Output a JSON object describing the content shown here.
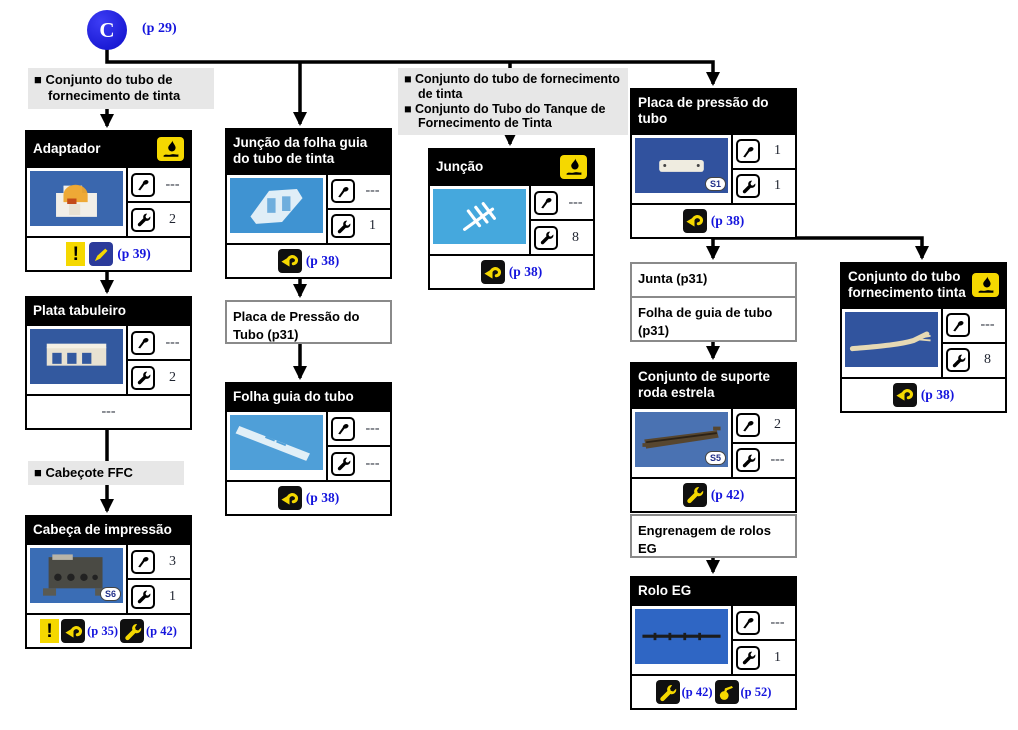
{
  "node_c": {
    "label": "C",
    "page_ref": "(p 29)"
  },
  "section_labels": {
    "ink_tube_left": "■ Conjunto do tubo de fornecimento de tinta",
    "head_ffc": "■ Cabeçote FFC",
    "mid_item_1": "■ Conjunto do tubo de fornecimento de tinta",
    "mid_item_2": "■ Conjunto do Tubo do Tanque de Fornecimento de Tinta"
  },
  "plain_boxes": {
    "placa_pressao_tubo": "Placa de Pressão do Tubo (p31)",
    "junta": "Junta (p31)",
    "folha_guia_tubo": "Folha de guia de tubo (p31)",
    "engrenagem_rolos": "Engrenagem de rolos EG"
  },
  "cards": {
    "adaptador": {
      "title": "Adaptador",
      "fastener_qty": "---",
      "wrench_qty": "2",
      "ref_adjust": "(p 39)"
    },
    "plata_tabuleiro": {
      "title": "Plata tabuleiro",
      "fastener_qty": "---",
      "wrench_qty": "2",
      "footer_text": "---"
    },
    "cabeca_impressao": {
      "title": "Cabeça de impressão",
      "badge": "S6",
      "fastener_qty": "3",
      "wrench_qty": "1",
      "ref_return": "(p 35)",
      "ref_wrench": "(p 42)"
    },
    "juncao_folha_guia": {
      "title": "Junção da folha guia do tubo de tinta",
      "fastener_qty": "---",
      "wrench_qty": "1",
      "ref_return": "(p 38)"
    },
    "folha_guia_tubo": {
      "title": "Folha guia do tubo",
      "fastener_qty": "---",
      "wrench_qty": "---",
      "ref_return": "(p 38)"
    },
    "juncao": {
      "title": "Junção",
      "fastener_qty": "---",
      "wrench_qty": "8",
      "ref_return": "(p 38)"
    },
    "placa_pressao": {
      "title": "Placa de pressão do tubo",
      "badge": "S1",
      "fastener_qty": "1",
      "wrench_qty": "1",
      "ref_return": "(p 38)"
    },
    "suporte_roda_estrela": {
      "title": "Conjunto de suporte roda estrela",
      "badge": "S5",
      "fastener_qty": "2",
      "wrench_qty": "---",
      "ref_wrench": "(p 42)"
    },
    "rolo_eg": {
      "title": "Rolo EG",
      "fastener_qty": "---",
      "wrench_qty": "1",
      "ref_wrench": "(p 42)",
      "ref_oil": "(p 52)"
    },
    "tubo_fornecimento": {
      "title": "Conjunto do tubo fornecimento tinta",
      "fastener_qty": "---",
      "wrench_qty": "8",
      "ref_return": "(p 38)"
    }
  },
  "icons": {
    "warning_glyph": "!",
    "ink-warning-icon": "yellow square with black ink-drop spill",
    "fastener-icon": "black fastener tool in rounded box",
    "wrench-icon": "black wrench in rounded box",
    "return-arrow-icon": "yellow curved return arrow on black square",
    "adjustment-pen-icon": "yellow driver on blue square",
    "lubricant-icon": "yellow grease applicator on black square",
    "exclamation-icon": "black exclamation mark on yellow rectangle"
  },
  "colors": {
    "link_blue": "#1414dd",
    "node_blue": "#0d0dc8",
    "label_gray": "#e7e7e7",
    "warning_yellow": "#f5d800",
    "photo_blue": "#3a67ae"
  }
}
